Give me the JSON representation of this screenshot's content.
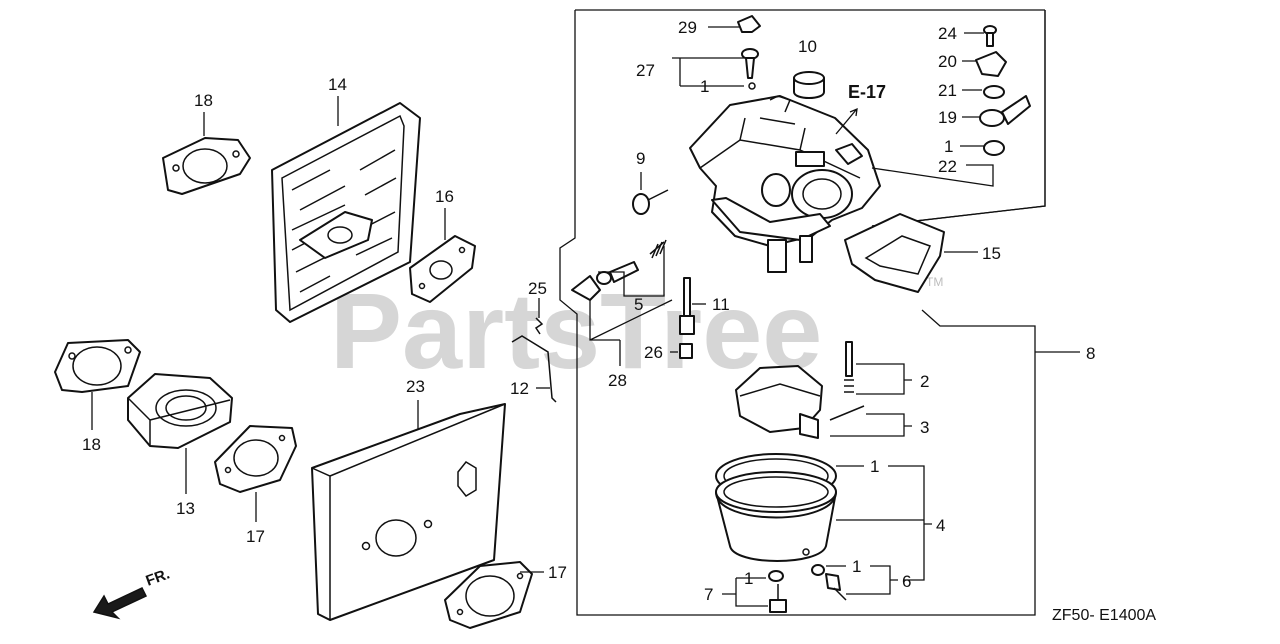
{
  "diagram": {
    "watermark": "PartsTree",
    "trademark": "TM",
    "ref_label": "E-17",
    "direction_label": "FR.",
    "drawing_code": "ZF50- E1400A",
    "callouts": {
      "c29": "29",
      "c10": "10",
      "c24": "24",
      "c27": "27",
      "c1a": "1",
      "c20": "20",
      "c21": "21",
      "c19": "19",
      "c1b": "1",
      "c22": "22",
      "c9": "9",
      "c18a": "18",
      "c14": "14",
      "c16": "16",
      "c15": "15",
      "c25": "25",
      "c5": "5",
      "c11": "11",
      "c26": "26",
      "c28": "28",
      "c8": "8",
      "c2": "2",
      "c3": "3",
      "c23": "23",
      "c12": "12",
      "c18b": "18",
      "c13": "13",
      "c17a": "17",
      "c1c": "1",
      "c4": "4",
      "c1d": "1",
      "c6": "6",
      "c7": "7",
      "c1e": "1",
      "c17b": "17"
    }
  }
}
